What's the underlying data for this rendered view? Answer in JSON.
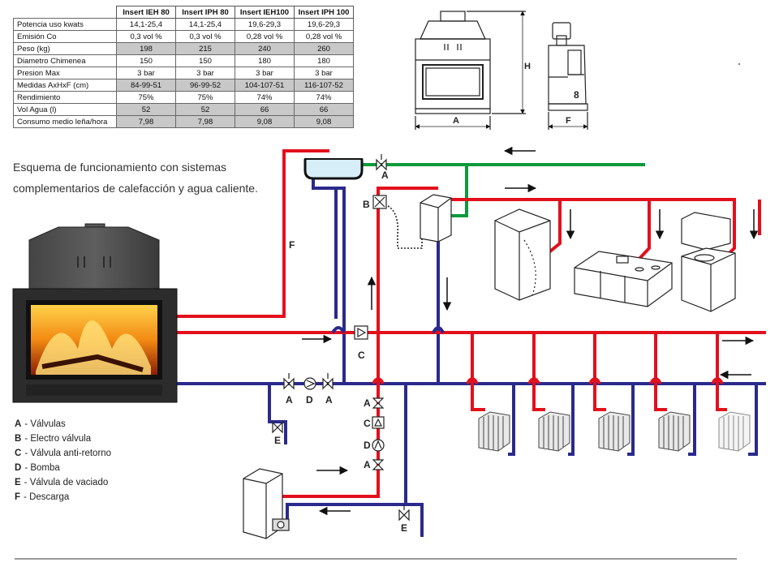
{
  "spec_table": {
    "columns": [
      "Insert IEH 80",
      "Insert IPH 80",
      "Insert IEH100",
      "Insert IPH 100"
    ],
    "rows": [
      {
        "label": "Potencia uso kwats",
        "values": [
          "14,1-25,4",
          "14,1-25,4",
          "19,6-29,3",
          "19,6-29,3"
        ],
        "shaded": false
      },
      {
        "label": "Emisión Co",
        "values": [
          "0,3 vol %",
          "0,3 vol %",
          "0,28 vol %",
          "0,28 vol %"
        ],
        "shaded": false
      },
      {
        "label": "Peso (kg)",
        "values": [
          "198",
          "215",
          "240",
          "260"
        ],
        "shaded": true
      },
      {
        "label": "Diametro Chimenea",
        "values": [
          "150",
          "150",
          "180",
          "180"
        ],
        "shaded": false
      },
      {
        "label": "Presion Max",
        "values": [
          "3 bar",
          "3 bar",
          "3 bar",
          "3 bar"
        ],
        "shaded": false
      },
      {
        "label": "Medidas AxHxF (cm)",
        "values": [
          "84-99-51",
          "96-99-52",
          "104-107-51",
          "116-107-52"
        ],
        "shaded": true
      },
      {
        "label": "Rendimiento",
        "values": [
          "75%",
          "75%",
          "74%",
          "74%"
        ],
        "shaded": false
      },
      {
        "label": "Vol Agua (l)",
        "values": [
          "52",
          "52",
          "66",
          "66"
        ],
        "shaded": true
      },
      {
        "label": "Consumo medio leña/hora",
        "values": [
          "7,98",
          "7,98",
          "9,08",
          "9,08"
        ],
        "shaded": true
      }
    ]
  },
  "dimension_labels": {
    "width": "A",
    "height": "H",
    "depth": "F",
    "side_number": "8"
  },
  "intro_text": {
    "line1": "Esquema de funcionamiento con sistemas",
    "line2": "complementarios de calefacción y agua caliente."
  },
  "component_labels": {
    "chimney": "F",
    "tank_valve": "A",
    "electro_valve": "B",
    "check_valve": "C",
    "valve_left_1": "A",
    "pump_left": "D",
    "valve_left_2": "A",
    "drain_valve_left": "E",
    "vertical_valve_top": "A",
    "vertical_check": "C",
    "vertical_pump": "D",
    "vertical_valve_bottom": "A",
    "drain_valve_bottom": "E"
  },
  "legend": [
    {
      "key": "A",
      "text": "Válvulas"
    },
    {
      "key": "B",
      "text": "Electro válvula"
    },
    {
      "key": "C",
      "text": "Válvula anti-retorno"
    },
    {
      "key": "D",
      "text": "Bomba"
    },
    {
      "key": "E",
      "text": "Válvula de vaciado"
    },
    {
      "key": "F",
      "text": "Descarga"
    }
  ],
  "colors": {
    "hot_water": "#e3101c",
    "return_water": "#2a2a8c",
    "mains_water": "#0b9a3c",
    "tank_water": "#d6eef8"
  },
  "icons": [
    "fireplace-insert-icon",
    "shower-cabin-icon",
    "kitchen-icon",
    "bathroom-sink-icon",
    "radiator-icon",
    "boiler-icon",
    "water-heater-icon",
    "expansion-tank-icon",
    "pump-icon",
    "valve-icon",
    "check-valve-icon",
    "flow-arrow-icon"
  ]
}
